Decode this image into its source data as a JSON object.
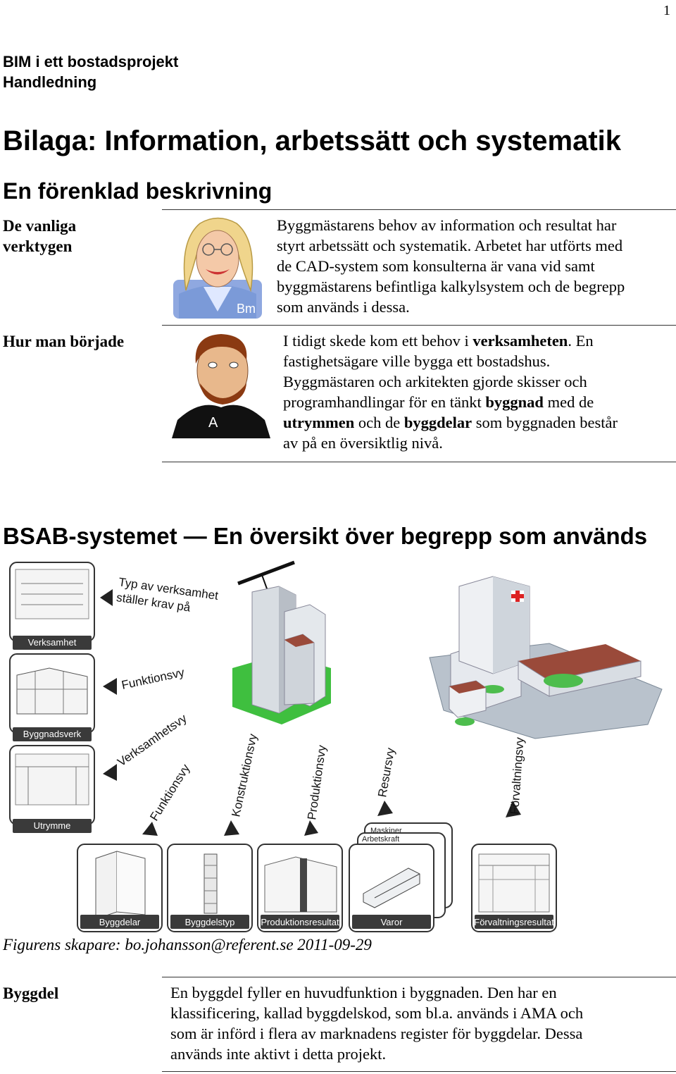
{
  "page_number": "1",
  "doc_title": {
    "line1": "BIM i ett bostadsprojekt",
    "line2": "Handledning"
  },
  "main_heading": "Bilaga: Information, arbetssätt och systematik",
  "sub_heading": "En förenklad beskrivning",
  "section1": {
    "label_line1": "De vanliga",
    "label_line2": "verktygen",
    "avatar_label": "Bm",
    "lines": [
      "Byggmästarens behov av information och resultat har",
      "styrt arbetssätt och systematik. Arbetet har utförts med",
      "de CAD-system som konsulterna är vana vid samt",
      "byggmästarens befintliga kalkylsystem och de begrepp",
      "som används i dessa."
    ]
  },
  "section2": {
    "label": "Hur man började",
    "avatar_label": "A",
    "l1a": "I tidigt skede kom ett behov i ",
    "l1b": "verksamheten",
    "l1c": ". En",
    "l2": "fastighetsägare ville bygga ett bostadshus.",
    "l3": "Byggmästaren och arkitekten gjorde skisser och",
    "l4a": "programhandlingar för en tänkt ",
    "l4b": "byggnad",
    "l4c": " med de",
    "l5a": "utrymmen",
    "l5b": " och de ",
    "l5c": "byggdelar",
    "l5d": " som byggnaden består",
    "l6": "av på en översiktlig nivå."
  },
  "bsab_heading": "BSAB-systemet — En översikt över begrepp som används",
  "figure": {
    "typ_line1": "Typ av verksamhet",
    "typ_line2": "ställer krav på",
    "left_cards": [
      "Verksamhet",
      "Byggnadsverk",
      "Utrymme"
    ],
    "views": [
      "Funktionsvy",
      "Verksamhetsvy",
      "Funktionsvy",
      "Konstruktionsvy",
      "Produktionsvy",
      "Resursvy",
      "Förvaltningsvy"
    ],
    "bottom_cards": [
      "Byggdelar",
      "Byggdelstyp",
      "Produktionsresultat",
      "Varor",
      "Förvaltningsresultat"
    ],
    "stack_labels": [
      "Maskiner",
      "Arbetskraft"
    ]
  },
  "credit": "Figurens skapare: bo.johansson@referent.se 2011-09-29",
  "byggdel": {
    "label": "Byggdel",
    "lines": [
      "En byggdel fyller en huvudfunktion i byggnaden. Den har en",
      "klassificering, kallad byggdelskod, som bl.a. används i AMA och",
      "som är införd i flera av marknadens register för byggdelar. Dessa",
      "används inte aktivt i detta projekt."
    ]
  }
}
